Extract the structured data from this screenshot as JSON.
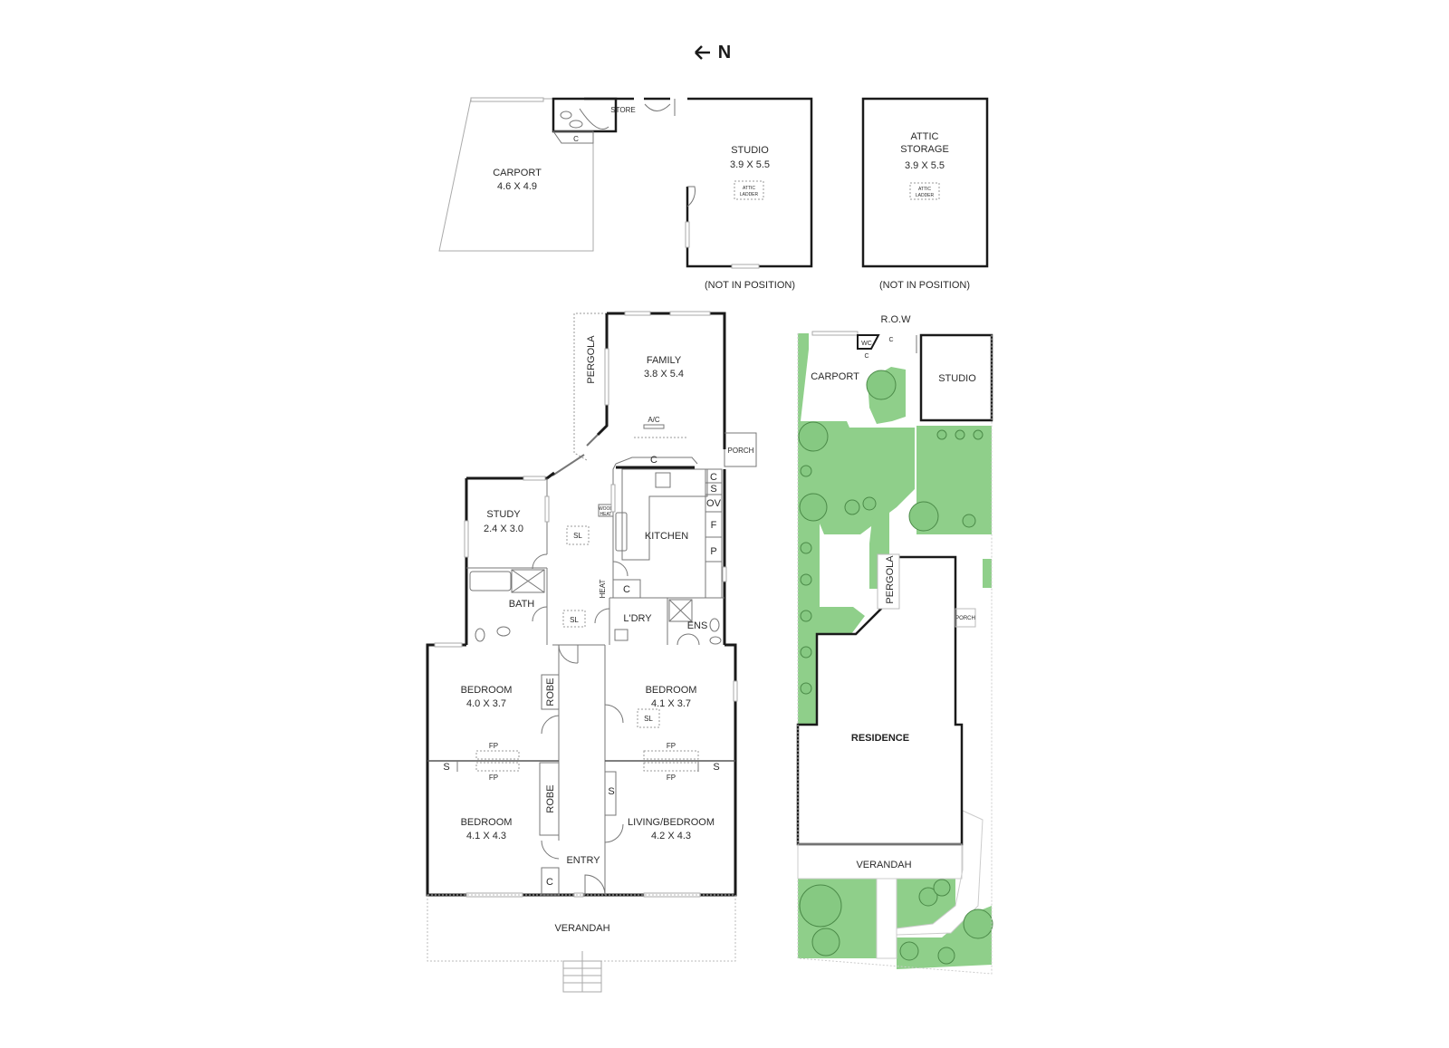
{
  "compass": {
    "arrow": "←",
    "label": "N"
  },
  "outbuildings": {
    "carport": {
      "name": "CARPORT",
      "dims": "4.6 X 4.9"
    },
    "store": {
      "name": "STORE"
    },
    "wc_cupboard": "C",
    "studio": {
      "name": "STUDIO",
      "dims": "3.9 X 5.5",
      "ladder_line1": "ATTIC",
      "ladder_line2": "LADDER",
      "note": "(NOT IN POSITION)"
    },
    "attic": {
      "name_line1": "ATTIC",
      "name_line2": "STORAGE",
      "dims": "3.9 X 5.5",
      "ladder_line1": "ATTIC",
      "ladder_line2": "LADDER",
      "note": "(NOT IN POSITION)"
    }
  },
  "house": {
    "family": {
      "name": "FAMILY",
      "dims": "3.8 X 5.4",
      "ac": "A/C"
    },
    "pergola": "PERGOLA",
    "porch": "PORCH",
    "study": {
      "name": "STUDY",
      "dims": "2.4 X 3.0"
    },
    "kitchen": {
      "name": "KITCHEN",
      "pantry_c": "C",
      "cupboards": [
        "C",
        "S",
        "OV",
        "F",
        "P"
      ]
    },
    "wood_heat_line1": "WOOD",
    "wood_heat_line2": "HEAT",
    "skylight": "SL",
    "heat": "HEAT",
    "linen_c": "C",
    "bath": "BATH",
    "laundry": "L'DRY",
    "ensuite": "ENS",
    "bedroom1": {
      "name": "BEDROOM",
      "dims": "4.0 X 3.7",
      "robe": "ROBE",
      "fp": "FP",
      "s": "S"
    },
    "bedroom2": {
      "name": "BEDROOM",
      "dims": "4.1 X 3.7",
      "sl": "SL",
      "fp": "FP",
      "s": "S"
    },
    "bedroom3": {
      "name": "BEDROOM",
      "dims": "4.1 X 4.3",
      "robe": "ROBE",
      "fp": "FP"
    },
    "living": {
      "name": "LIVING/BEDROOM",
      "dims": "4.2 X 4.3",
      "fp": "FP",
      "s": "S"
    },
    "entry": "ENTRY",
    "entry_c": "C",
    "verandah": "VERANDAH"
  },
  "site": {
    "row": "R.O.W",
    "wc": "WC",
    "c1": "C",
    "c2": "C",
    "carport": "CARPORT",
    "studio": "STUDIO",
    "pergola": "PERGOLA",
    "porch": "PORCH",
    "residence": "RESIDENCE",
    "verandah": "VERANDAH",
    "colors": {
      "lawn": "#8fcf8a",
      "tree": "#86c982",
      "tree_outline": "#4b8a48",
      "wall": "#1a1a1a"
    }
  }
}
